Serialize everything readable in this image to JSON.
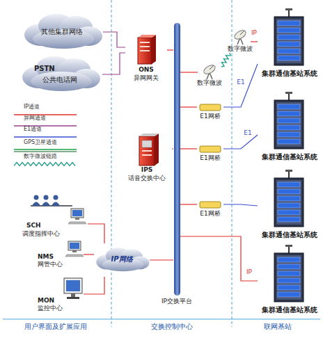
{
  "diagram": {
    "nodes": [
      {
        "text": [
          "其他集群网络"
        ]
      },
      {
        "text": [
          "PSTN",
          "公共电话网"
        ]
      },
      {
        "text": [
          "ONS",
          "异网网关"
        ]
      },
      {
        "text": [
          "IPS",
          "话音交换中心"
        ]
      },
      {
        "text": [
          "IP交换平台"
        ]
      },
      {
        "text": [
          "数字微波"
        ]
      },
      {
        "text": [
          "E1网桥"
        ]
      },
      {
        "text": [
          "E1网桥"
        ]
      },
      {
        "text": [
          "E1网桥"
        ]
      },
      {
        "text": [
          "数字微波"
        ]
      },
      {
        "text": [
          "集群通信基站系统"
        ]
      },
      {
        "text": [
          "集群通信基站系统"
        ]
      },
      {
        "text": [
          "集群通信基站系统"
        ]
      },
      {
        "text": [
          "集群通信基站系统"
        ]
      },
      {
        "text": [
          "SCH",
          "调度指挥中心"
        ]
      },
      {
        "text": [
          "NMS",
          "网管中心"
        ]
      },
      {
        "text": [
          "MON",
          "监控中心"
        ]
      },
      {
        "text": [
          "IP网络"
        ]
      }
    ],
    "edges": [
      {
        "from": 0,
        "to": 2,
        "arrow": "none"
      },
      {
        "from": 1,
        "to": 2,
        "arrow": "none"
      },
      {
        "from": 2,
        "to": 4,
        "arrow": "none"
      },
      {
        "from": 3,
        "to": 4,
        "arrow": "none"
      },
      {
        "from": 4,
        "to": 5,
        "arrow": "none"
      },
      {
        "from": 5,
        "to": 9,
        "arrow": "none"
      },
      {
        "from": 9,
        "to": 10,
        "label": "IP",
        "arrow": "none"
      },
      {
        "from": 4,
        "to": 6,
        "arrow": "none"
      },
      {
        "from": 4,
        "to": 7,
        "arrow": "none"
      },
      {
        "from": 4,
        "to": 8,
        "arrow": "none"
      },
      {
        "from": 6,
        "to": 10,
        "label": "E1",
        "arrow": "none"
      },
      {
        "from": 7,
        "to": 11,
        "label": "E1",
        "arrow": "none"
      },
      {
        "from": 8,
        "to": 12,
        "arrow": "none"
      },
      {
        "from": 4,
        "to": 13,
        "label": "IP",
        "arrow": "none"
      },
      {
        "from": 14,
        "to": 17,
        "arrow": "none"
      },
      {
        "from": 15,
        "to": 17,
        "arrow": "none"
      },
      {
        "from": 16,
        "to": 17,
        "arrow": "none"
      },
      {
        "from": 17,
        "to": 4,
        "arrow": "none"
      }
    ],
    "labels": [
      "用户界面及扩展应用",
      "交换控制中心",
      "联网基站"
    ],
    "legend": [
      {
        "text": "IP通道"
      },
      {
        "text": "异网通道"
      },
      {
        "text": "E1通道"
      },
      {
        "text": "GPS卫星通道"
      },
      {
        "text": "数字微波链路"
      }
    ]
  }
}
